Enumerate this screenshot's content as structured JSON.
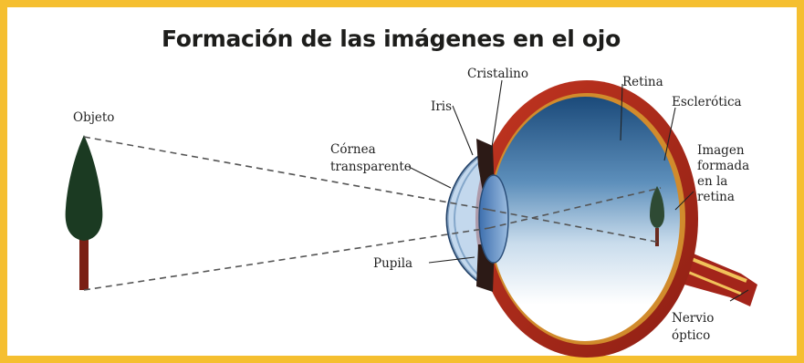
{
  "title": "Formación de las imágenes en el ojo",
  "labels": {
    "objeto": "Objeto",
    "cristalino": "Cristalino",
    "iris": "Iris",
    "cornea_1": "Córnea",
    "cornea_2": "transparente",
    "pupila": "Pupila",
    "retina": "Retina",
    "esclerotica": "Esclerótica",
    "imagen_1": "Imagen",
    "imagen_2": "formada",
    "imagen_3": "en la",
    "imagen_4": "retina",
    "nervio_1": "Nervio",
    "nervio_2": "óptico"
  },
  "colors": {
    "frame": "#f5bf30",
    "sclera": "#b02a1c",
    "eye_interior_dark": "#1d4f7e",
    "eye_interior_light": "#ffffff",
    "tree_foliage": "#1b3a22",
    "tree_trunk": "#7a1f14",
    "rays": "#555555"
  }
}
